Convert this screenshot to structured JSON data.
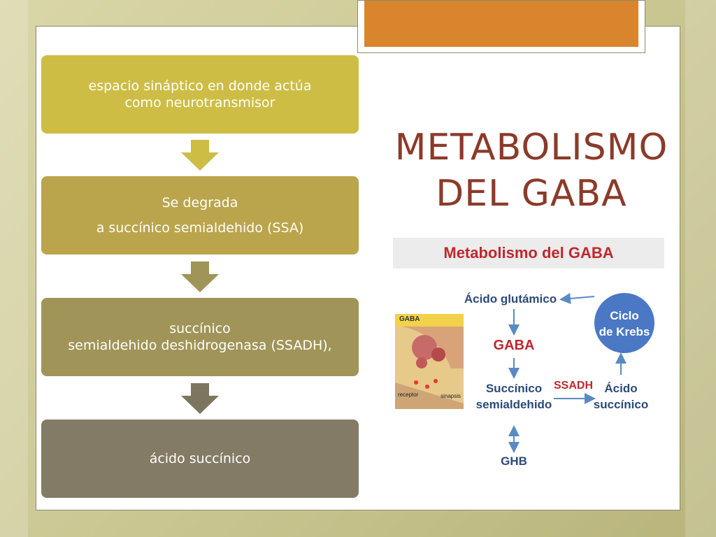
{
  "flow": {
    "boxes": [
      {
        "lines": [
          "espacio sináptico en donde actúa",
          "como neurotransmisor"
        ],
        "color": "#cdbd45"
      },
      {
        "lines": [
          "Se degrada",
          "a  succínico semialdehido (SSA)"
        ],
        "color": "#bba54c"
      },
      {
        "lines": [
          "succínico",
          "semialdehido deshidrogenasa (SSADH),"
        ],
        "color": "#a09458"
      },
      {
        "lines": [
          "ácido succínico"
        ],
        "color": "#847b66"
      }
    ],
    "arrow_colors": [
      "#cdbd45",
      "#a09458",
      "#7d7560"
    ]
  },
  "title": {
    "line1": "METABOLISMO",
    "line2": "DEL GABA",
    "color": "#8b3a2a"
  },
  "figure": {
    "banner": "Metabolismo del GABA",
    "acido_glutamico": "Ácido glutámico",
    "gaba": "GABA",
    "succinico_semialdehido_1": "Succínico",
    "succinico_semialdehido_2": "semialdehido",
    "ssadh": "SSADH",
    "acido_succinico_1": "Ácido",
    "acido_succinico_2": "succínico",
    "ciclo_krebs_1": "Ciclo",
    "ciclo_krebs_2": "de Krebs",
    "ghb": "GHB",
    "thumb_gaba": "GABA",
    "thumb_receptor": "receptor",
    "thumb_sinapsis": "sinapsis",
    "accent_red": "#c0272d",
    "accent_blue": "#2b4a7a",
    "circle_blue": "#4a78c4"
  }
}
